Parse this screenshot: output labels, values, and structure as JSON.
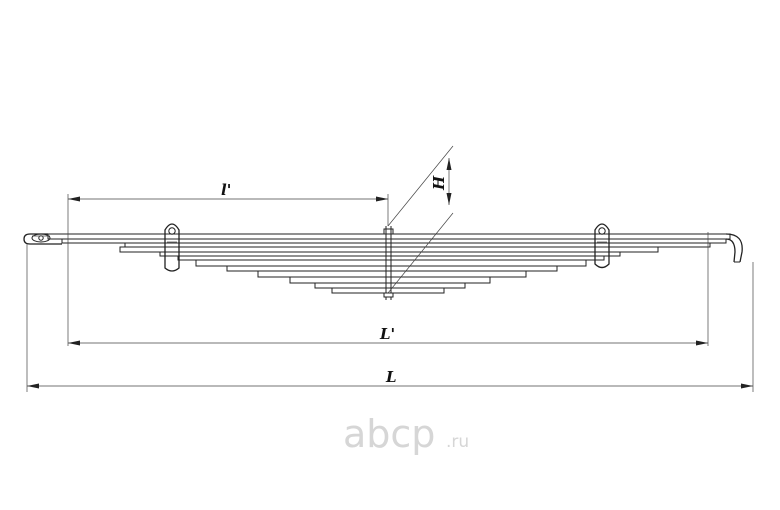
{
  "diagram": {
    "labels": {
      "half_length": "l'",
      "height": "H",
      "working_length": "L'",
      "full_length": "L"
    }
  },
  "watermark": {
    "brand": "abcp",
    "tld": ".ru"
  }
}
